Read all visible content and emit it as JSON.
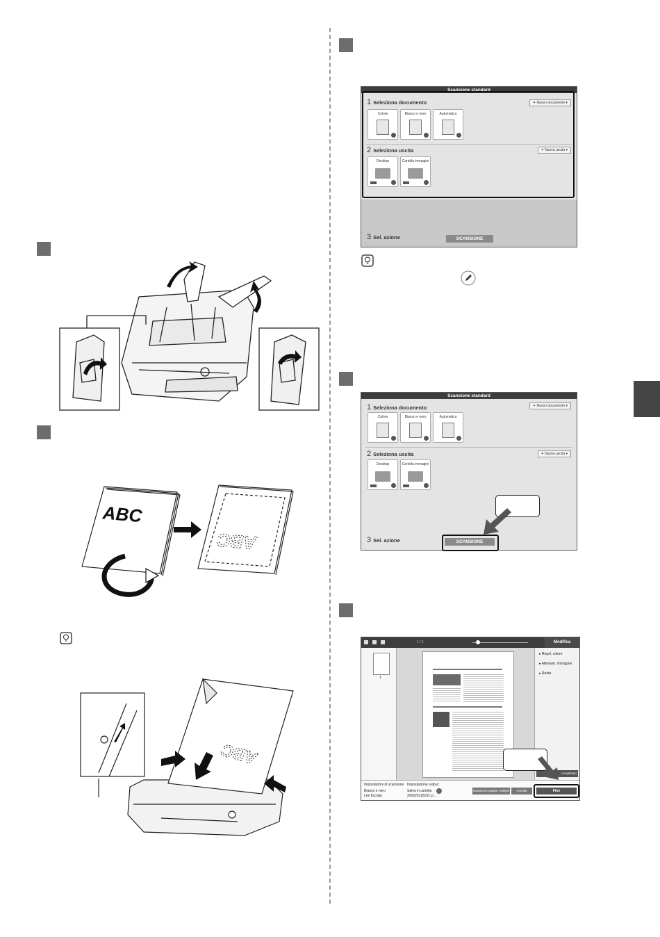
{
  "screen1": {
    "title": "Scansione standard",
    "section1": {
      "number": "1",
      "label": "Seleziona documento",
      "dropdown": "Nuovo documento"
    },
    "documents": [
      "Colore",
      "Bianco e nero",
      "Automatico"
    ],
    "section2": {
      "number": "2",
      "label": "Seleziona uscita",
      "dropdown": "Nuova uscita"
    },
    "outputs": [
      "Desktop",
      "Cartella immagini"
    ],
    "section3": {
      "number": "3",
      "label": "Sel. azione"
    },
    "scan_button": "SCANSIONE"
  },
  "screen2": {
    "title": "Scansione standard",
    "section1": {
      "number": "1",
      "label": "Seleziona documento",
      "dropdown": "Nuovo documento"
    },
    "documents": [
      "Colore",
      "Bianco e nero",
      "Automatico"
    ],
    "section2": {
      "number": "2",
      "label": "Seleziona uscita",
      "dropdown": "Nuova uscita"
    },
    "outputs": [
      "Desktop",
      "Cartella immagini"
    ],
    "section3": {
      "number": "3",
      "label": "Sel. azione"
    },
    "scan_button": "SCANSIONE"
  },
  "editor": {
    "panel_title": "Modifica",
    "page_indicator": "1 / 1",
    "thumb_number": "1",
    "menu": [
      "Regol. colore",
      "Allineam. immagine",
      "Ruota"
    ],
    "bottom_left": {
      "title": "Impostazioni di scansione",
      "line1": "Bianco e nero",
      "line2": "Lire fiscrata"
    },
    "bottom_mid": {
      "title": "Impostazione output",
      "line1": "Salva in cartella",
      "line2": "20052011815C.p..."
    },
    "buttons": {
      "multi": "Scansione pagine multiple",
      "cancel": "Annulla",
      "done": "Fine",
      "extra": "completato"
    }
  },
  "illustrations": {
    "front_letters": "ABC",
    "back_letters": "ABC"
  },
  "colors": {
    "step_box": "#6d6d6d",
    "tab": "#444444",
    "titlebar": "#3d3d3d"
  }
}
